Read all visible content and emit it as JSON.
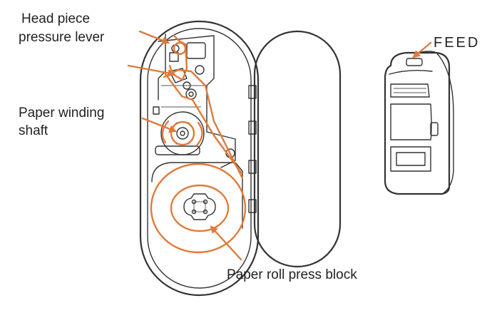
{
  "labels": {
    "head_lever_line1": "Head piece",
    "head_lever_line2": "pressure lever",
    "winding_line1": "Paper winding",
    "winding_line2": "shaft",
    "press_block": "Paper roll press block",
    "feed": "FEED"
  },
  "colors": {
    "accent": "#e07a3a",
    "outline": "#333333",
    "text": "#222222"
  },
  "icons": {
    "arrow": "arrow-icon",
    "feed_button": "feed-button-icon"
  }
}
